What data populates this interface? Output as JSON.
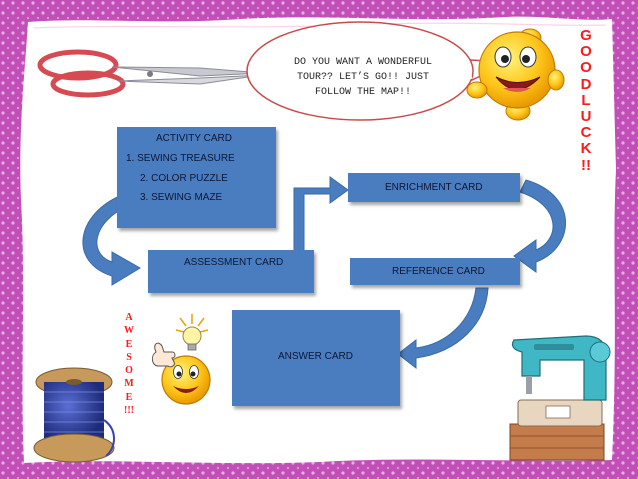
{
  "speech_bubble": {
    "lines": [
      "DO YOU WANT A WONDERFUL",
      "TOUR?? LET’S GO!! JUST",
      "FOLLOW THE MAP!!"
    ]
  },
  "cards": {
    "activity": {
      "title": "ACTIVITY CARD",
      "items": [
        "1. SEWING TREASURE",
        "2. COLOR PUZZLE",
        "3. SEWING MAZE"
      ]
    },
    "enrichment": "ENRICHMENT CARD",
    "assessment": "ASSESSMENT CARD",
    "reference": "REFERENCE CARD",
    "answer": "ANSWER CARD"
  },
  "side_text": {
    "goodluck": [
      "G",
      "O",
      "O",
      "D",
      "L",
      "U",
      "C",
      "K",
      "!!"
    ],
    "awesome": [
      "A",
      "W",
      "E",
      "S",
      "O",
      "M",
      "E",
      "!!!"
    ]
  },
  "colors": {
    "frame": "#c24fb8",
    "paper": "#ffffff",
    "card": "#4a7dc0",
    "arrow": "#4a7dc0",
    "accent_text": "#ff1a1a",
    "smiley": "#ffc61a"
  },
  "icons": [
    "scissors-icon",
    "smiley-face-icon",
    "thumbs-up-smiley-icon",
    "light-bulb-icon",
    "thread-spool-icon",
    "sewing-machine-icon",
    "flow-arrow-icon"
  ]
}
